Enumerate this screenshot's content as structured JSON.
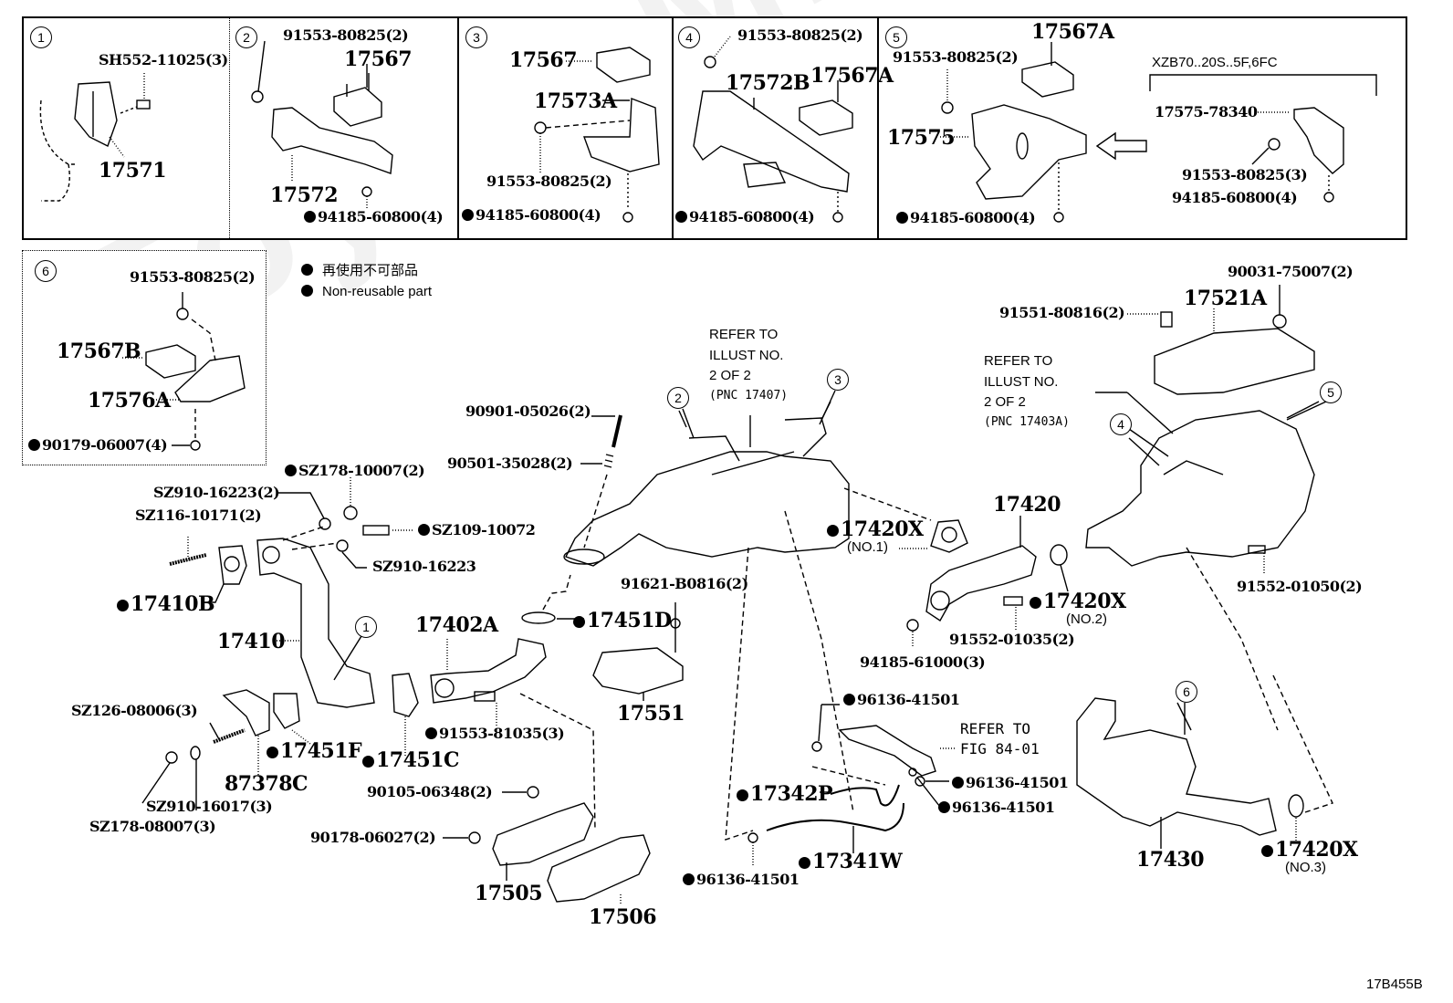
{
  "diagram": {
    "code": "17B455B",
    "watermark": "ToyotaMine.ru",
    "legend": {
      "japanese": "再使用不可部品",
      "english": "Non-reusable part"
    },
    "top_panels": [
      {
        "id": "1",
        "parts": [
          {
            "label": "SH552-11025(3)",
            "non_reusable": false
          },
          {
            "label": "17571",
            "non_reusable": false
          }
        ]
      },
      {
        "id": "2",
        "parts": [
          {
            "label": "91553-80825(2)",
            "non_reusable": false
          },
          {
            "label": "17567",
            "non_reusable": false
          },
          {
            "label": "17572",
            "non_reusable": false
          },
          {
            "label": "94185-60800(4)",
            "non_reusable": true
          }
        ]
      },
      {
        "id": "3",
        "parts": [
          {
            "label": "17567",
            "non_reusable": false
          },
          {
            "label": "17573A",
            "non_reusable": false
          },
          {
            "label": "91553-80825(2)",
            "non_reusable": false
          },
          {
            "label": "94185-60800(4)",
            "non_reusable": true
          }
        ]
      },
      {
        "id": "4",
        "parts": [
          {
            "label": "91553-80825(2)",
            "non_reusable": false
          },
          {
            "label": "17572B",
            "non_reusable": false
          },
          {
            "label": "17567A",
            "non_reusable": false
          },
          {
            "label": "94185-60800(4)",
            "non_reusable": true
          }
        ]
      },
      {
        "id": "5",
        "parts": [
          {
            "label": "17567A",
            "non_reusable": false
          },
          {
            "label": "91553-80825(2)",
            "non_reusable": false
          },
          {
            "label": "17575",
            "non_reusable": false
          },
          {
            "label": "94185-60800(4)",
            "non_reusable": true
          }
        ],
        "variant": {
          "condition": "XZB70..20S..5F,6FC",
          "parts": [
            {
              "label": "17575-78340",
              "non_reusable": false
            },
            {
              "label": "91553-80825(3)",
              "non_reusable": false
            },
            {
              "label": "94185-60800(4)",
              "non_reusable": false
            }
          ]
        }
      }
    ],
    "panel6": {
      "id": "6",
      "parts": [
        {
          "label": "91553-80825(2)",
          "non_reusable": false
        },
        {
          "label": "17567B",
          "non_reusable": false
        },
        {
          "label": "17576A",
          "non_reusable": false
        },
        {
          "label": "90179-06007(4)",
          "non_reusable": true
        }
      ]
    },
    "main_parts": {
      "sz178_10007": "SZ178-10007(2)",
      "sz910_16223_2": "SZ910-16223(2)",
      "sz116_10171": "SZ116-10171(2)",
      "sz109_10072": "SZ109-10072",
      "sz910_16223": "SZ910-16223",
      "p17410b": "17410B",
      "p17410": "17410",
      "sz126_08006": "SZ126-08006(3)",
      "p87378c": "87378C",
      "sz910_16017": "SZ910-16017(3)",
      "sz178_08007": "SZ178-08007(3)",
      "p17451f": "17451F",
      "p17451c": "17451C",
      "p17402a": "17402A",
      "p91553_81035": "91553-81035(3)",
      "p90105_06348": "90105-06348(2)",
      "p90178_06027": "90178-06027(2)",
      "p17505": "17505",
      "p17506": "17506",
      "p17451d": "17451D",
      "p91621_b0816": "91621-B0816(2)",
      "p17551": "17551",
      "p90901_05026": "90901-05026(2)",
      "p90501_35028": "90501-35028(2)",
      "p17420x_1": "17420X",
      "no1": "(NO.1)",
      "p17420": "17420",
      "p17420x_2": "17420X",
      "no2": "(NO.2)",
      "p91552_01035": "91552-01035(2)",
      "p94185_61000": "94185-61000(3)",
      "p96136_a": "96136-41501",
      "p96136_b": "96136-41501",
      "p96136_c": "96136-41501",
      "p96136_d": "96136-41501",
      "p17342p": "17342P",
      "p17341w": "17341W",
      "refer_fig": [
        "REFER TO",
        "FIG 84-01"
      ],
      "p90031_75007": "90031-75007(2)",
      "p17521a": "17521A",
      "p91551_80816": "91551-80816(2)",
      "p91552_01050": "91552-01050(2)",
      "p17430": "17430",
      "p17420x_3": "17420X",
      "no3": "(NO.3)"
    },
    "refer_notes": [
      {
        "lines": [
          "REFER TO",
          "ILLUST NO.",
          "2 OF 2",
          "(PNC 17407)"
        ]
      },
      {
        "lines": [
          "REFER TO",
          "ILLUST NO.",
          "2 OF 2",
          "(PNC 17403A)"
        ]
      }
    ],
    "callouts": [
      "1",
      "2",
      "3",
      "4",
      "5",
      "6"
    ]
  }
}
